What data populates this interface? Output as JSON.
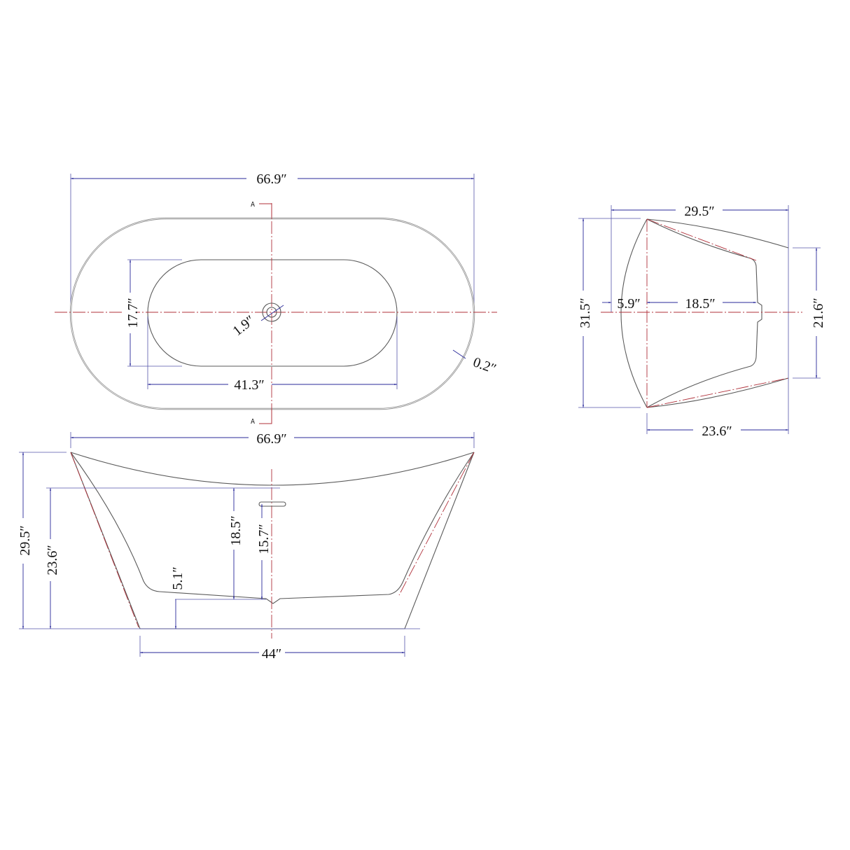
{
  "drawing": {
    "subject": "Freestanding bathtub dimension drawing",
    "colors": {
      "outline": "#5a5a5a",
      "dimension": "#2a2a9a",
      "centerline": "#b0303a",
      "text": "#111111",
      "background": "#ffffff"
    }
  },
  "top_view": {
    "overall_length": "66.9″",
    "basin_width": "17.7″",
    "basin_length": "41.3″",
    "drain_diameter": "1.9″",
    "rim_thickness": "0.2″",
    "section_marker_top": "A",
    "section_marker_bottom": "A"
  },
  "side_view": {
    "overall_length": "66.9″",
    "overall_height": "29.5″",
    "center_height": "23.6″",
    "interior_depth": "18.5″",
    "overflow_height": "15.7″",
    "floor_thickness": "5.1″",
    "base_length": "44″"
  },
  "end_view": {
    "top_width": "29.5″",
    "overall_height": "31.5″",
    "end_height": "21.6″",
    "offset": "5.9″",
    "interior_depth": "18.5″",
    "base_width": "23.6″"
  }
}
